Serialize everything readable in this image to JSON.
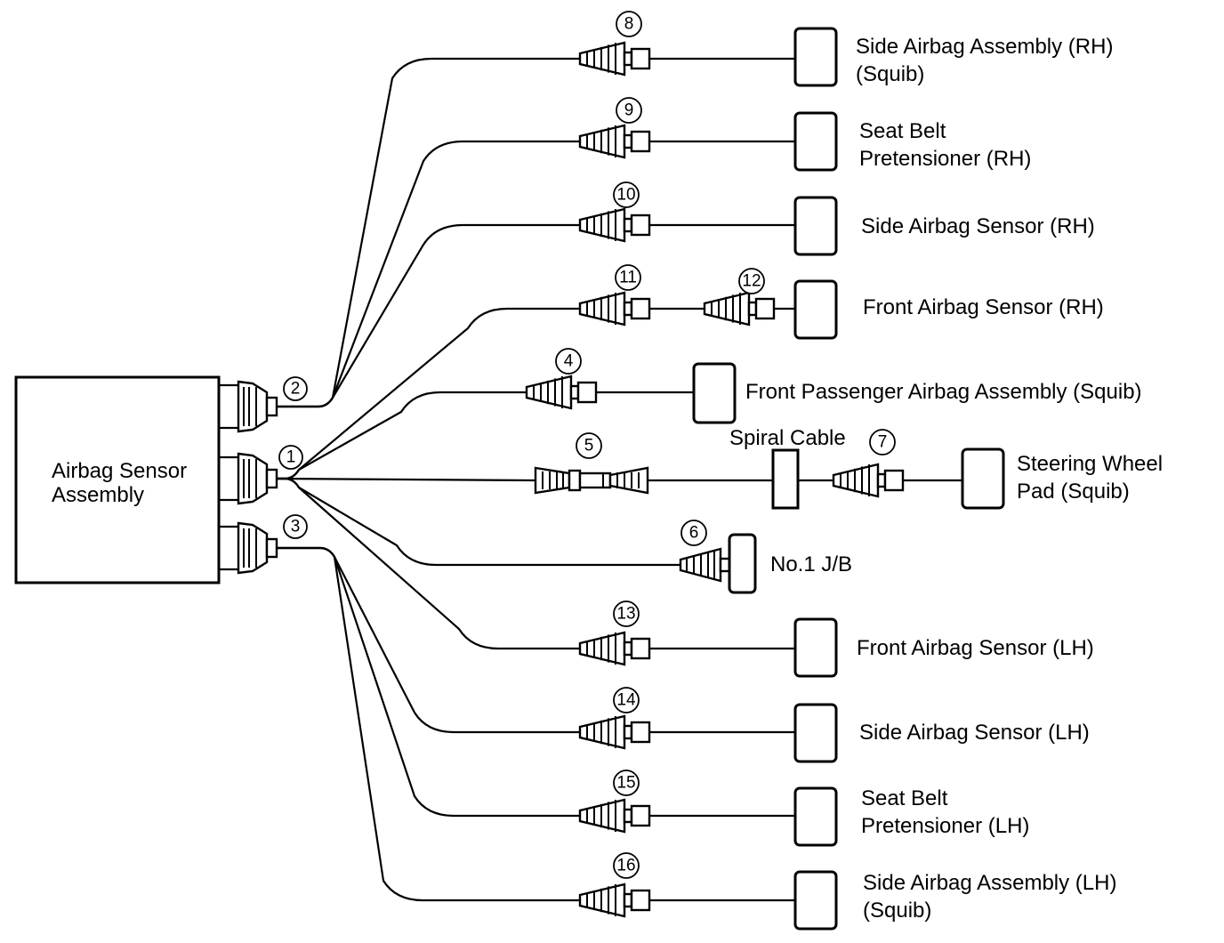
{
  "diagram": {
    "title": "Airbag System Wiring Connector Layout",
    "main_unit": {
      "label_lines": [
        "Airbag Sensor",
        "Assembly"
      ]
    },
    "ecu_connectors": [
      {
        "id": "2",
        "feeds": [
          "8",
          "9",
          "10"
        ]
      },
      {
        "id": "1",
        "feeds": [
          "11",
          "4",
          "5",
          "6",
          "13"
        ]
      },
      {
        "id": "3",
        "feeds": [
          "14",
          "15",
          "16"
        ]
      }
    ],
    "branches": [
      {
        "connector": "8",
        "component": "side-airbag-assembly-rh",
        "label_lines": [
          "Side Airbag Assembly (RH)",
          "(Squib)"
        ]
      },
      {
        "connector": "9",
        "component": "seat-belt-pretensioner-rh",
        "label_lines": [
          "Seat Belt",
          "Pretensioner (RH)"
        ]
      },
      {
        "connector": "10",
        "component": "side-airbag-sensor-rh",
        "label_lines": [
          "Side Airbag Sensor (RH)"
        ]
      },
      {
        "connector": "11",
        "inline_connector": "12",
        "component": "front-airbag-sensor-rh",
        "label_lines": [
          "Front Airbag Sensor (RH)"
        ]
      },
      {
        "connector": "4",
        "component": "front-passenger-airbag-assembly",
        "label_lines": [
          "Front Passenger Airbag Assembly (Squib)"
        ]
      },
      {
        "connector": "5",
        "via": "Spiral Cable",
        "inline_connector": "7",
        "component": "steering-wheel-pad",
        "label_lines": [
          "Steering Wheel",
          "Pad (Squib)"
        ]
      },
      {
        "connector": "6",
        "component": "no1-junction-block",
        "label_lines": [
          "No.1 J/B"
        ]
      },
      {
        "connector": "13",
        "component": "front-airbag-sensor-lh",
        "label_lines": [
          "Front Airbag Sensor (LH)"
        ]
      },
      {
        "connector": "14",
        "component": "side-airbag-sensor-lh",
        "label_lines": [
          "Side Airbag Sensor (LH)"
        ]
      },
      {
        "connector": "15",
        "component": "seat-belt-pretensioner-lh",
        "label_lines": [
          "Seat Belt",
          "Pretensioner (LH)"
        ]
      },
      {
        "connector": "16",
        "component": "side-airbag-assembly-lh",
        "label_lines": [
          "Side Airbag Assembly (LH)",
          "(Squib)"
        ]
      }
    ],
    "spiral_cable_label": "Spiral Cable",
    "colors": {
      "line": "#000000",
      "background": "#ffffff"
    }
  }
}
